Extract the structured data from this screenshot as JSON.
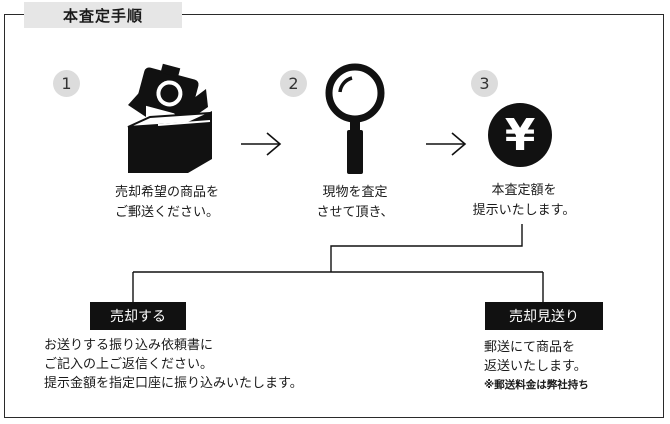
{
  "title": "本査定手順",
  "steps": [
    {
      "number": "1",
      "lines": [
        "売却希望の商品を",
        "ご郵送ください。"
      ]
    },
    {
      "number": "2",
      "lines": [
        "現物を査定",
        "させて頂き、"
      ]
    },
    {
      "number": "3",
      "lines": [
        "本査定額を",
        "提示いたします。"
      ]
    }
  ],
  "yen_symbol": "¥",
  "options": {
    "sell": {
      "label": "売却する",
      "lines": [
        "お送りする振り込み依頼書に",
        "ご記入の上ご返信ください。",
        "提示金額を指定口座に振り込みいたします。"
      ]
    },
    "return": {
      "label": "売却見送り",
      "lines": [
        "郵送にて商品を",
        "返送いたします。"
      ],
      "note": "※郵送料金は弊社持ち"
    }
  },
  "icons": [
    "camera-box-icon",
    "magnifier-icon",
    "yen-circle-icon",
    "arrow-right-icon"
  ]
}
